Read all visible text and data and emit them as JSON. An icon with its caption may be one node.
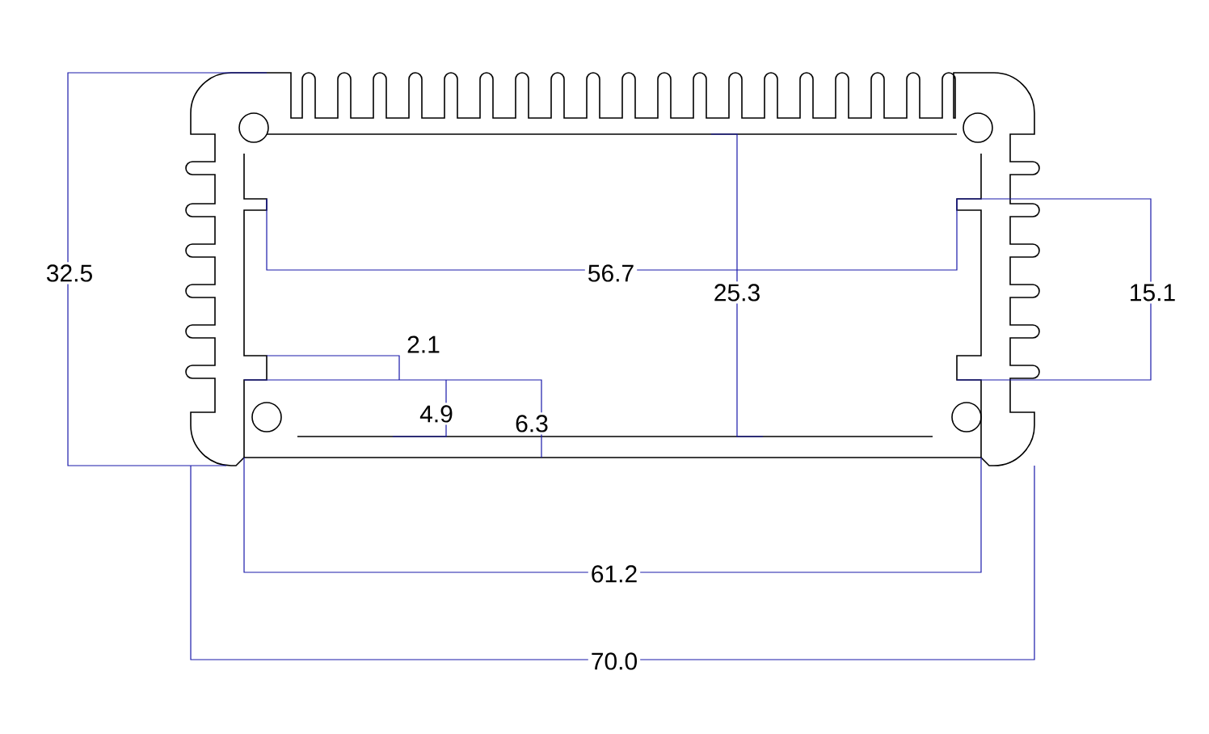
{
  "diagram": {
    "labels": [
      "56.7",
      "32.5",
      "25.3",
      "15.1",
      "2.1",
      "4.9",
      "6.3",
      "61.2",
      "70.0"
    ]
  }
}
